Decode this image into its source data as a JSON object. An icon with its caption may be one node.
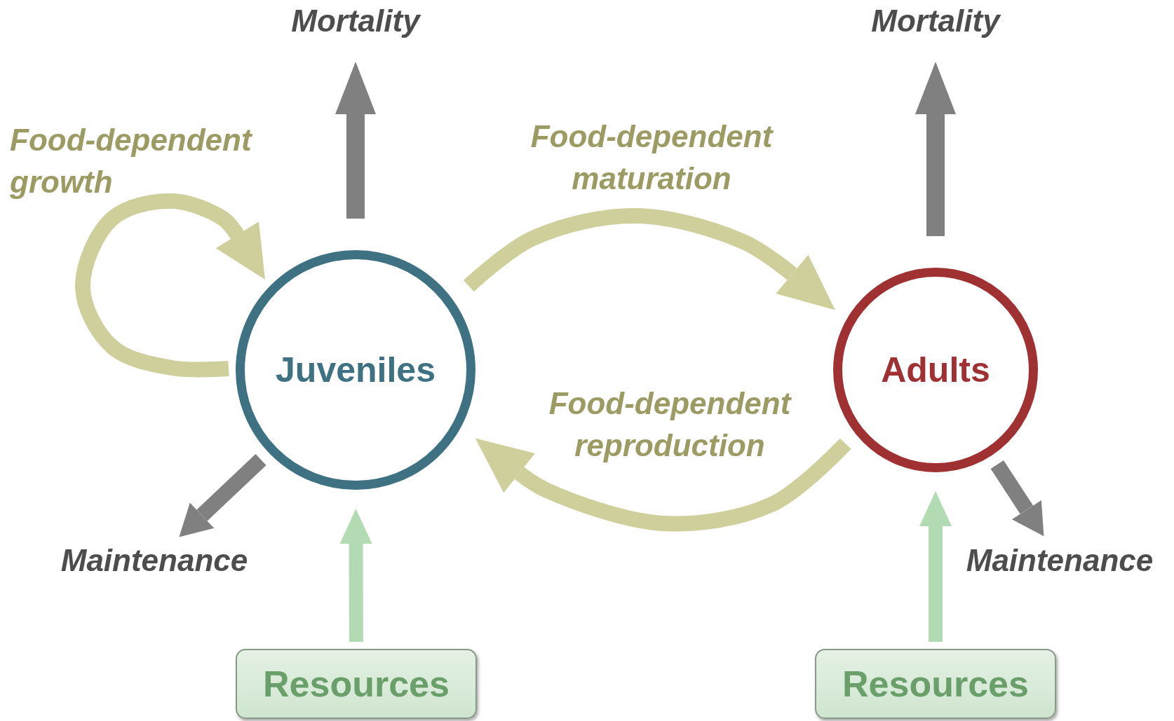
{
  "diagram": {
    "nodes": [
      {
        "text": [
          "Juveniles"
        ]
      },
      {
        "text": [
          "Adults"
        ]
      },
      {
        "text": [
          "Mortality"
        ]
      },
      {
        "text": [
          "Mortality"
        ]
      },
      {
        "text": [
          "Maintenance"
        ]
      },
      {
        "text": [
          "Maintenance"
        ]
      },
      {
        "text": [
          "Resources"
        ]
      },
      {
        "text": [
          "Resources"
        ]
      }
    ],
    "edges": [
      {
        "from": 0,
        "to": 2,
        "arrow": "to"
      },
      {
        "from": 1,
        "to": 3,
        "arrow": "to"
      },
      {
        "from": 0,
        "to": 4,
        "arrow": "to"
      },
      {
        "from": 1,
        "to": 5,
        "arrow": "to"
      },
      {
        "from": 6,
        "to": 0,
        "arrow": "to",
        "color": "#b3dbb3"
      },
      {
        "from": 7,
        "to": 1,
        "arrow": "to",
        "color": "#b3dbb3"
      },
      {
        "from": 0,
        "to": 0,
        "arrow": "to",
        "label": "Food-dependent growth",
        "color": "#cfcf9b"
      },
      {
        "from": 0,
        "to": 1,
        "arrow": "to",
        "label": "Food-dependent maturation",
        "color": "#cfcf9b"
      },
      {
        "from": 1,
        "to": 0,
        "arrow": "to",
        "label": "Food-dependent reproduction",
        "color": "#cfcf9b"
      }
    ]
  }
}
